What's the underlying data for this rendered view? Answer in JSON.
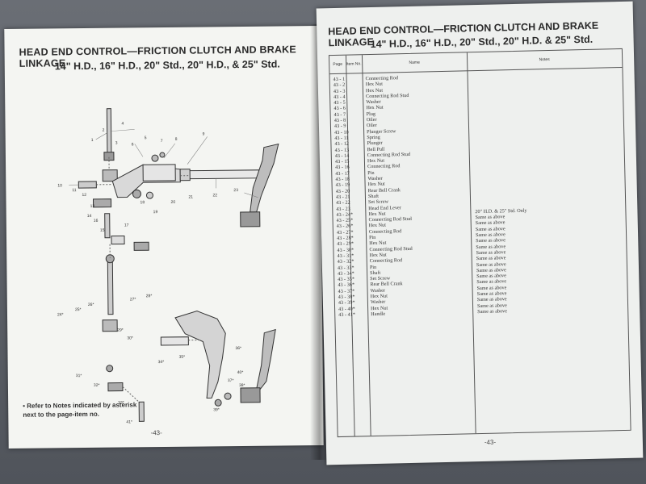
{
  "left_page": {
    "title": "HEAD END CONTROL—FRICTION CLUTCH AND BRAKE LINKAGE",
    "subtitle": "14\" H.D., 16\" H.D., 20\" Std., 20\" H.D., & 25\" Std.",
    "note": "• Refer to Notes indicated by asterisk next to the page-item no.",
    "page_number": "-43-",
    "callouts": [
      "1",
      "2",
      "3",
      "4",
      "5",
      "6",
      "7",
      "8",
      "9",
      "10",
      "11",
      "12",
      "13",
      "14",
      "15",
      "16",
      "17",
      "18",
      "19",
      "20",
      "21",
      "22",
      "23",
      "24*",
      "25*",
      "26*",
      "27*",
      "28*",
      "29*",
      "30*",
      "31*",
      "32*",
      "33*",
      "34*",
      "35*",
      "36*",
      "37*",
      "38*",
      "39*",
      "40*",
      "41*"
    ]
  },
  "right_page": {
    "title": "HEAD END CONTROL—FRICTION CLUTCH AND BRAKE LINKAGE",
    "subtitle": "14\" H.D., 16\" H.D., 20\" Std., 20\" H.D. & 25\" Std.",
    "page_number": "-43-",
    "headers": {
      "page": "Page",
      "item": "Item No.",
      "name": "Name",
      "notes": "Notes"
    },
    "rows": [
      {
        "pi": "43 - 1",
        "name": "Connecting Rod",
        "note": ""
      },
      {
        "pi": "43 - 2",
        "name": "Hex Nut",
        "note": ""
      },
      {
        "pi": "43 - 3",
        "name": "Hex Nut",
        "note": ""
      },
      {
        "pi": "43 - 4",
        "name": "Connecting Rod Stud",
        "note": ""
      },
      {
        "pi": "43 - 5",
        "name": "Washer",
        "note": ""
      },
      {
        "pi": "43 - 6",
        "name": "Hex Nut",
        "note": ""
      },
      {
        "pi": "43 - 7",
        "name": "Plug",
        "note": ""
      },
      {
        "pi": "43 - 8",
        "name": "Oiler",
        "note": ""
      },
      {
        "pi": "43 - 9",
        "name": "Oiler",
        "note": ""
      },
      {
        "pi": "43 - 10",
        "name": "Plunger Screw",
        "note": ""
      },
      {
        "pi": "43 - 11",
        "name": "Spring",
        "note": ""
      },
      {
        "pi": "43 - 12",
        "name": "Plunger",
        "note": ""
      },
      {
        "pi": "43 - 13",
        "name": "Bell Pull",
        "note": ""
      },
      {
        "pi": "43 - 14",
        "name": "Connecting Rod Stud",
        "note": ""
      },
      {
        "pi": "43 - 15",
        "name": "Hex Nut",
        "note": ""
      },
      {
        "pi": "43 - 16",
        "name": "Connecting Rod",
        "note": ""
      },
      {
        "pi": "43 - 17",
        "name": "Pin",
        "note": ""
      },
      {
        "pi": "43 - 18",
        "name": "Washer",
        "note": ""
      },
      {
        "pi": "43 - 19",
        "name": "Hex Nut",
        "note": ""
      },
      {
        "pi": "43 - 20",
        "name": "Rear Bell Crank",
        "note": ""
      },
      {
        "pi": "43 - 21",
        "name": "Shaft",
        "note": ""
      },
      {
        "pi": "43 - 22",
        "name": "Set Screw",
        "note": ""
      },
      {
        "pi": "43 - 23",
        "name": "Head End Lever",
        "note": ""
      },
      {
        "pi": "43 - 24*",
        "name": "Hex Nut",
        "note": "20\" H.D. & 25\" Std. Only"
      },
      {
        "pi": "43 - 25*",
        "name": "Connecting Rod Stud",
        "note": "Same as above"
      },
      {
        "pi": "43 - 26*",
        "name": "Hex Nut",
        "note": "Same as above"
      },
      {
        "pi": "43 - 27*",
        "name": "Connecting Rod",
        "note": "Same as above"
      },
      {
        "pi": "43 - 28*",
        "name": "Pin",
        "note": "Same as above"
      },
      {
        "pi": "43 - 29*",
        "name": "Hex Nut",
        "note": "Same as above"
      },
      {
        "pi": "43 - 30*",
        "name": "Connecting Rod Stud",
        "note": "Same as above"
      },
      {
        "pi": "43 - 31*",
        "name": "Hex Nut",
        "note": "Same as above"
      },
      {
        "pi": "43 - 32*",
        "name": "Connecting Rod",
        "note": "Same as above"
      },
      {
        "pi": "43 - 33*",
        "name": "Pin",
        "note": "Same as above"
      },
      {
        "pi": "43 - 34*",
        "name": "Shaft",
        "note": "Same as above"
      },
      {
        "pi": "43 - 35*",
        "name": "Set Screw",
        "note": "Same as above"
      },
      {
        "pi": "43 - 36*",
        "name": "Rear Bell Crank",
        "note": "Same as above"
      },
      {
        "pi": "43 - 37*",
        "name": "Washer",
        "note": "Same as above"
      },
      {
        "pi": "43 - 38*",
        "name": "Hex Nut",
        "note": "Same as above"
      },
      {
        "pi": "43 - 39*",
        "name": "Washer",
        "note": "Same as above"
      },
      {
        "pi": "43 - 40*",
        "name": "Hex Nut",
        "note": "Same as above"
      },
      {
        "pi": "43 - 41*",
        "name": "Handle",
        "note": "Same as above"
      }
    ]
  }
}
